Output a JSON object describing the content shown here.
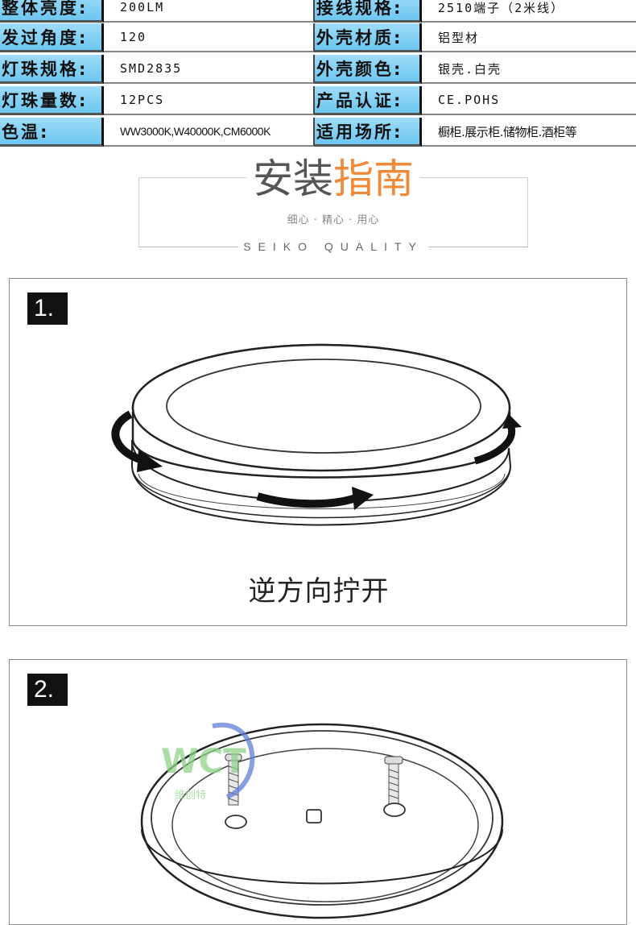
{
  "spec_rows": [
    {
      "label1": "整体亮度:",
      "value1": "200LM",
      "label2": "接线规格:",
      "value2": "2510端子（2米线）"
    },
    {
      "label1": "发过角度:",
      "value1": "120",
      "label2": "外壳材质:",
      "value2": "铝型材"
    },
    {
      "label1": "灯珠规格:",
      "value1": "SMD2835",
      "label2": "外壳颜色:",
      "value2": "银壳.白壳"
    },
    {
      "label1": "灯珠量数:",
      "value1": "12PCS",
      "label2": "产品认证:",
      "value2": "CE.POHS"
    },
    {
      "label1": "色温:",
      "value1": "WW3000K,W40000K,CM6000K",
      "label2": "适用场所:",
      "value2": "橱柜.展示柜.储物柜.酒柜等"
    }
  ],
  "guide": {
    "title_part1": "安装",
    "title_part2": "指南",
    "subtitle": "细心 · 精心 · 用心",
    "quality": "SEIKO QUALITY"
  },
  "steps": [
    {
      "number": "1.",
      "caption": "逆方向拧开"
    },
    {
      "number": "2.",
      "caption": ""
    }
  ],
  "watermark": {
    "logo_text": "WCT",
    "cn_text": "维创特"
  },
  "colors": {
    "label_bg": "#6cc6f0",
    "accent_orange": "#ef8a3a",
    "watermark_green": "#8fd48a",
    "watermark_blue": "#5f7fd8"
  }
}
